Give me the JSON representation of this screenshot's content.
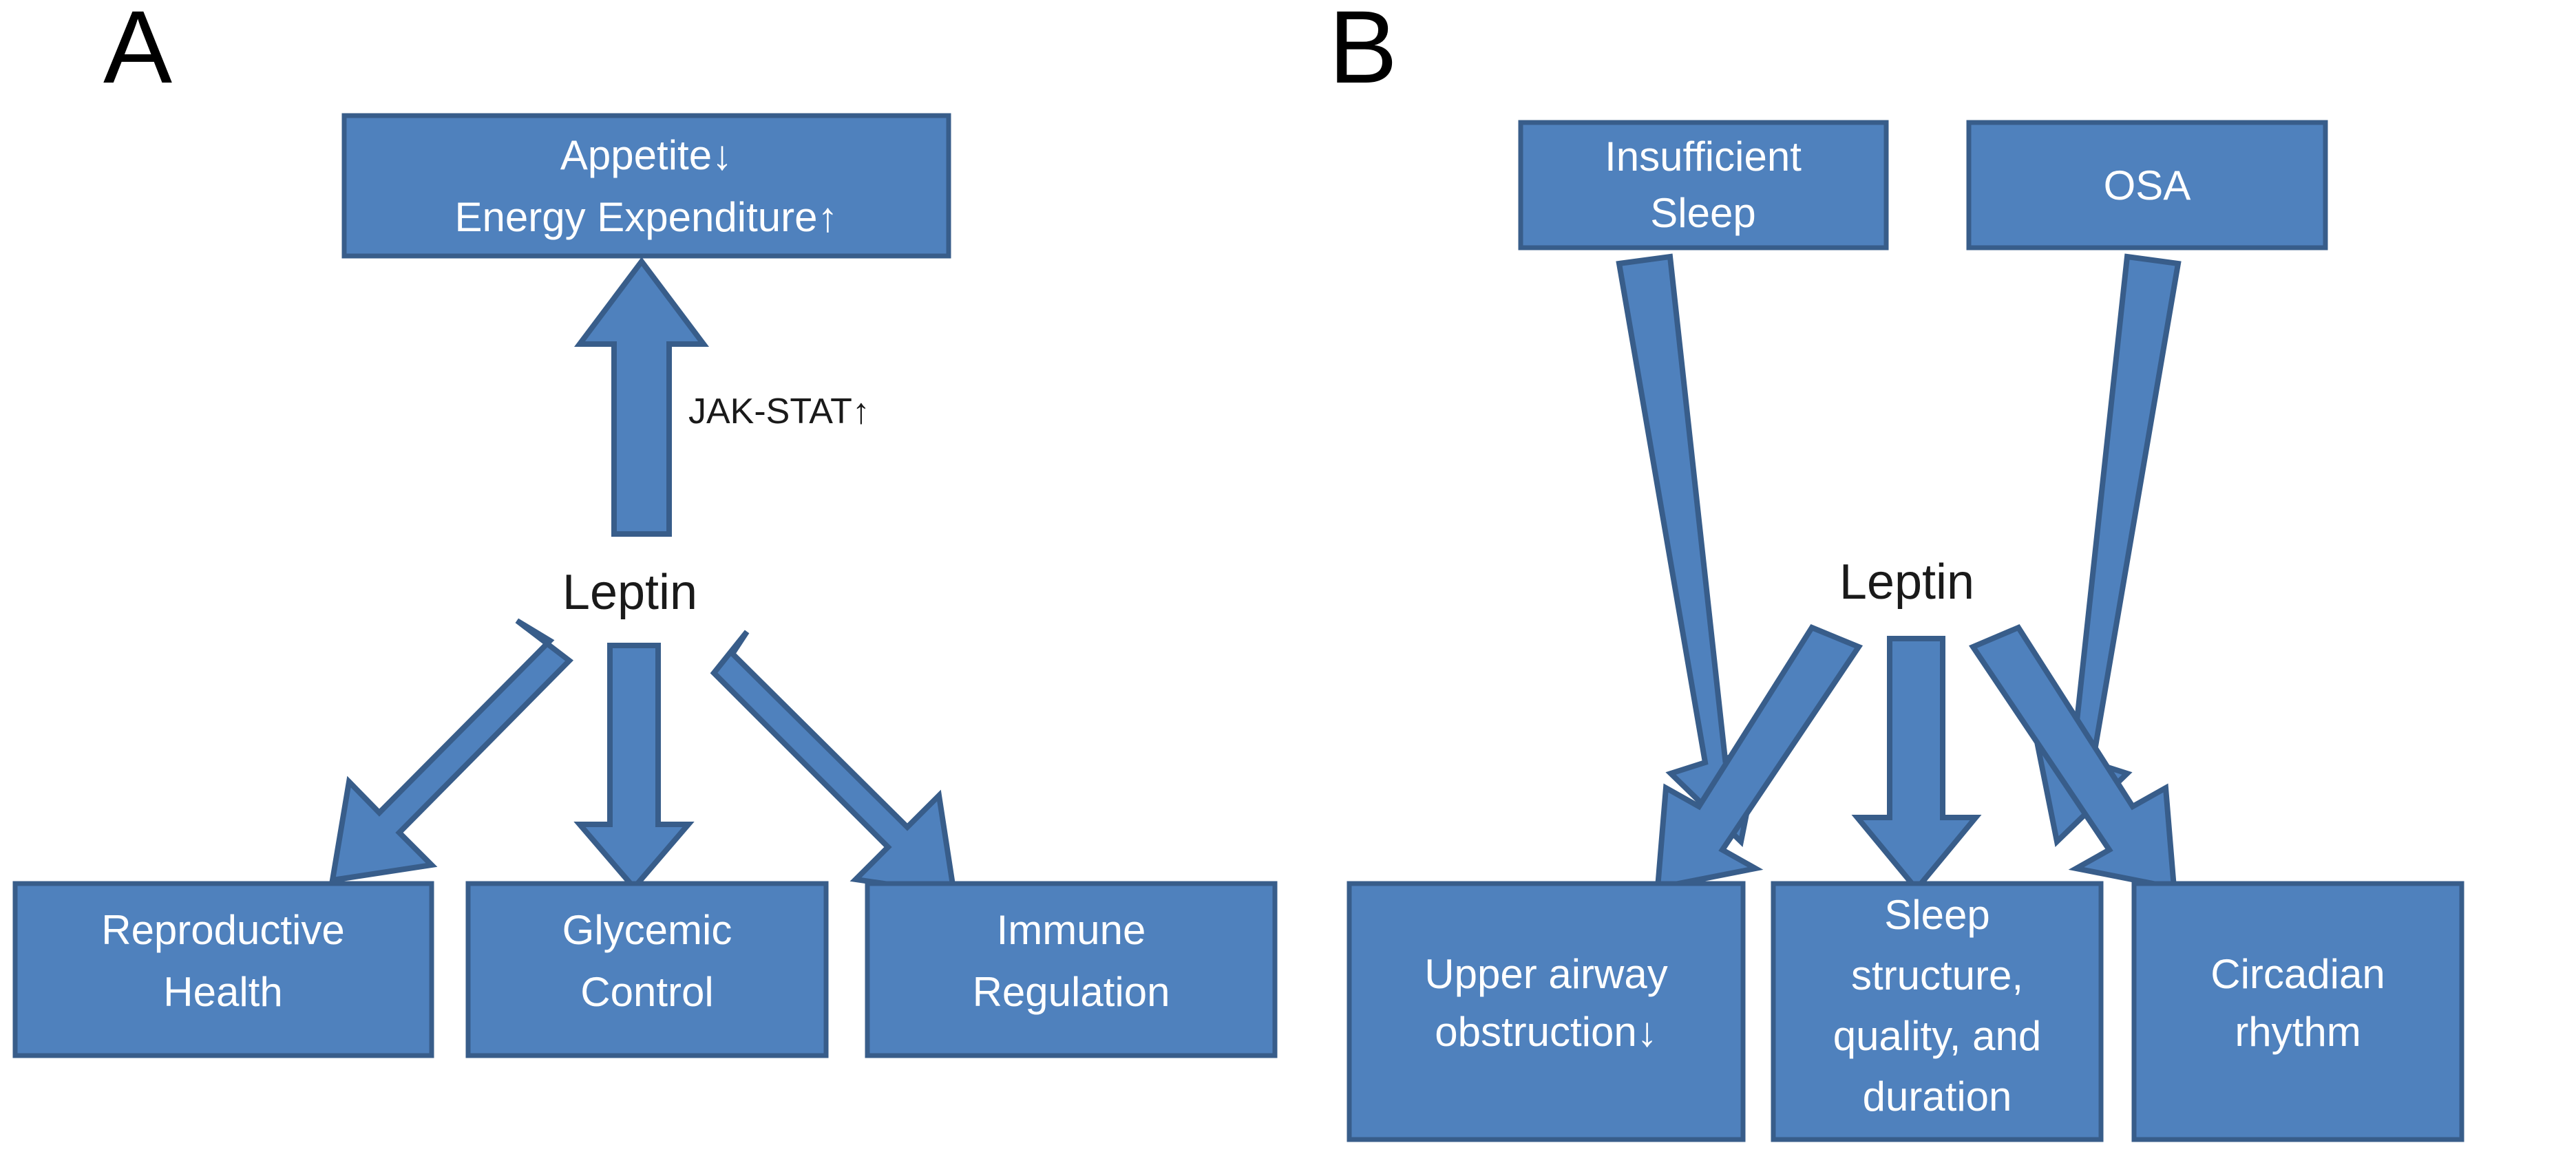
{
  "figure": {
    "background_color": "#FFFFFF",
    "box_fill_color": "#4F81BD",
    "box_border_color": "#385D8A",
    "box_text_color": "#FFFFFF",
    "plain_text_color": "#1A1A1A"
  },
  "panels": [
    {
      "letter": "A",
      "center_node": {
        "label": "Leptin"
      },
      "edge_label": {
        "text": "JAK-STAT↑"
      },
      "top_box": {
        "lines": [
          "Appetite↓",
          "Energy Expenditure↑"
        ]
      },
      "bottom_boxes": [
        {
          "lines": [
            "Reproductive",
            "Health"
          ]
        },
        {
          "lines": [
            "Glycemic",
            "Control"
          ]
        },
        {
          "lines": [
            "Immune",
            "Regulation"
          ]
        }
      ]
    },
    {
      "letter": "B",
      "center_node": {
        "label": "Leptin"
      },
      "top_boxes": [
        {
          "lines": [
            "Insufficient",
            "Sleep"
          ]
        },
        {
          "lines": [
            "OSA"
          ]
        }
      ],
      "bottom_boxes": [
        {
          "lines": [
            "Upper airway",
            "obstruction↓"
          ]
        },
        {
          "lines": [
            "Sleep",
            "structure,",
            "quality, and",
            "duration"
          ]
        },
        {
          "lines": [
            "Circadian",
            "rhythm"
          ]
        }
      ]
    }
  ],
  "chart_data": {
    "type": "diagram",
    "title": "",
    "subtype": "flowchart",
    "panels": [
      {
        "id": "A",
        "nodes": [
          {
            "id": "a_top",
            "text": "Appetite↓ Energy Expenditure↑",
            "shape": "rect"
          },
          {
            "id": "a_leptin",
            "text": "Leptin",
            "shape": "text"
          },
          {
            "id": "a_repro",
            "text": "Reproductive Health",
            "shape": "rect"
          },
          {
            "id": "a_glyc",
            "text": "Glycemic Control",
            "shape": "rect"
          },
          {
            "id": "a_immune",
            "text": "Immune Regulation",
            "shape": "rect"
          }
        ],
        "edges": [
          {
            "from": "a_leptin",
            "to": "a_top",
            "label": "JAK-STAT↑",
            "direction": "up"
          },
          {
            "from": "a_leptin",
            "to": "a_repro",
            "label": "",
            "direction": "down-left"
          },
          {
            "from": "a_leptin",
            "to": "a_glyc",
            "label": "",
            "direction": "down"
          },
          {
            "from": "a_leptin",
            "to": "a_immune",
            "label": "",
            "direction": "down-right"
          }
        ]
      },
      {
        "id": "B",
        "nodes": [
          {
            "id": "b_insuff",
            "text": "Insufficient Sleep",
            "shape": "rect"
          },
          {
            "id": "b_osa",
            "text": "OSA",
            "shape": "rect"
          },
          {
            "id": "b_leptin",
            "text": "Leptin",
            "shape": "text"
          },
          {
            "id": "b_airway",
            "text": "Upper airway obstruction↓",
            "shape": "rect"
          },
          {
            "id": "b_sleep",
            "text": "Sleep structure, quality, and duration",
            "shape": "rect"
          },
          {
            "id": "b_circ",
            "text": "Circadian rhythm",
            "shape": "rect"
          }
        ],
        "edges": [
          {
            "from": "b_insuff",
            "to": "b_leptin",
            "label": "",
            "direction": "down-right"
          },
          {
            "from": "b_osa",
            "to": "b_leptin",
            "label": "",
            "direction": "down-left"
          },
          {
            "from": "b_leptin",
            "to": "b_airway",
            "label": "",
            "direction": "down-left"
          },
          {
            "from": "b_leptin",
            "to": "b_sleep",
            "label": "",
            "direction": "down"
          },
          {
            "from": "b_leptin",
            "to": "b_circ",
            "label": "",
            "direction": "down-right"
          }
        ]
      }
    ]
  }
}
